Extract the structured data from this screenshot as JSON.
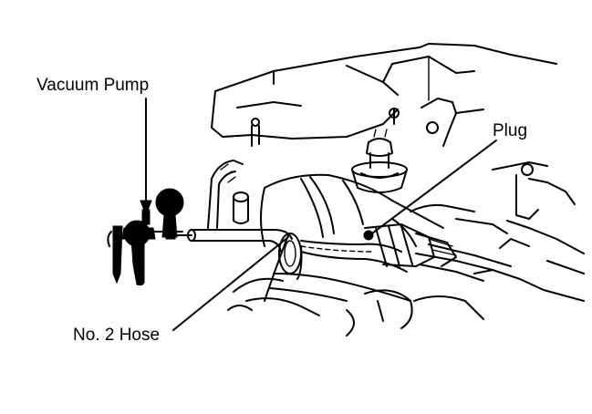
{
  "labels": {
    "vacuum_pump": "Vacuum Pump",
    "plug": "Plug",
    "no2_hose": "No. 2 Hose"
  }
}
